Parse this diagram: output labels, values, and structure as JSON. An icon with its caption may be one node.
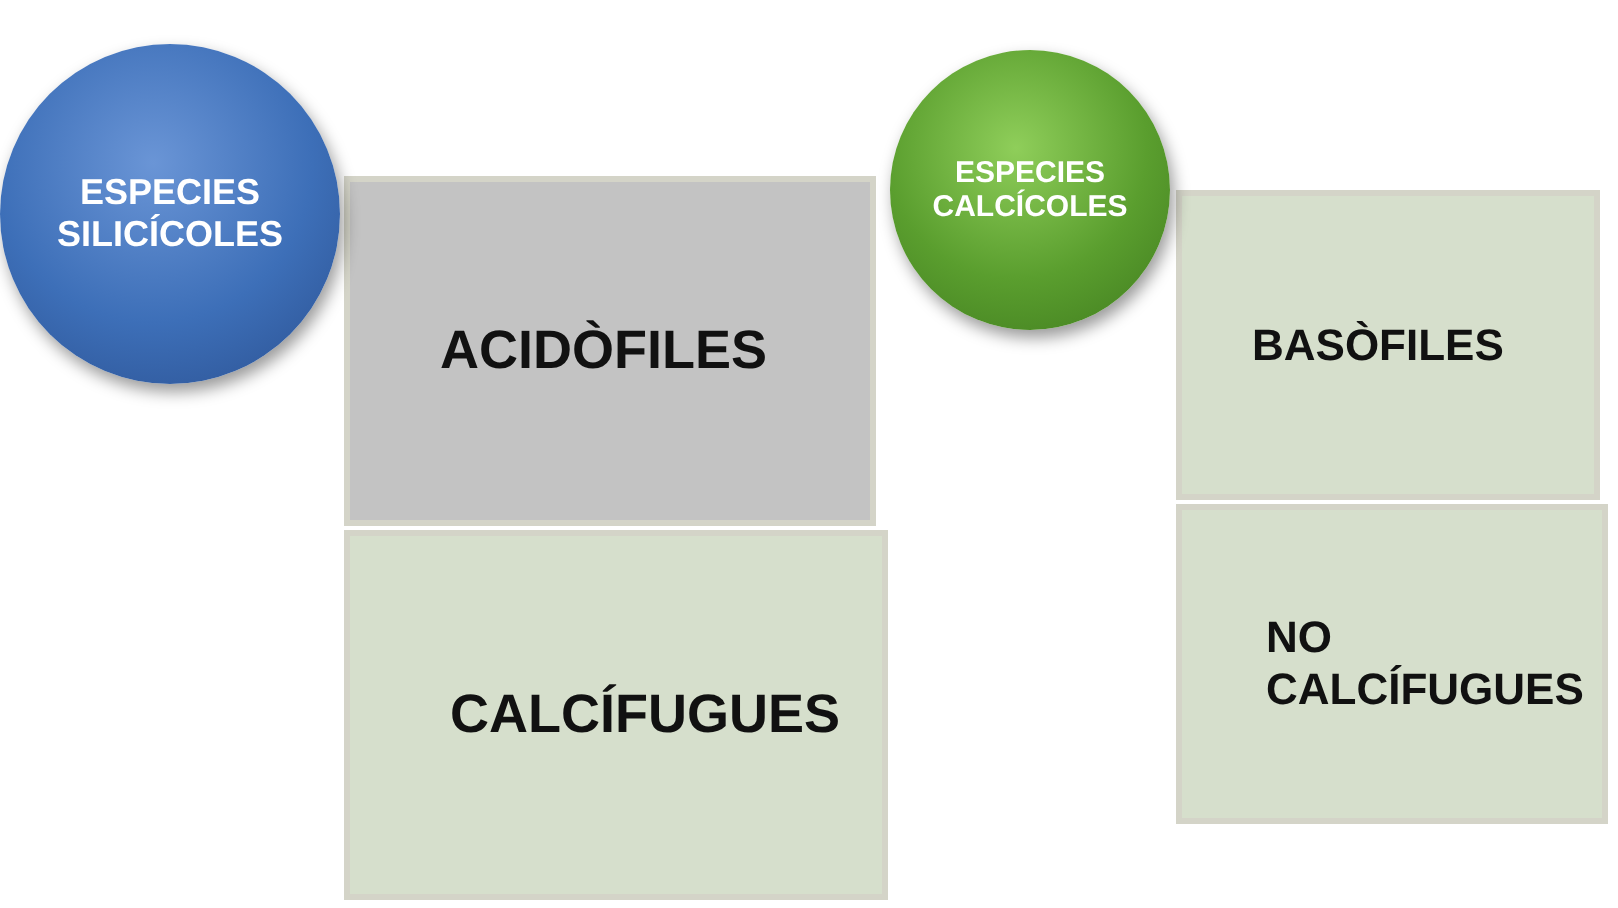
{
  "diagram": {
    "nodes": [
      {
        "text": [
          "ESPECIES SILICÍCOLES"
        ]
      },
      {
        "text": [
          "ACIDÒFILES"
        ]
      },
      {
        "text": [
          "CALCÍFUGUES"
        ]
      },
      {
        "text": [
          "ESPECIES CALCÍCOLES"
        ]
      },
      {
        "text": [
          "BASÒFILES"
        ]
      },
      {
        "text": [
          "NO CALCÍFUGUES"
        ]
      }
    ]
  }
}
